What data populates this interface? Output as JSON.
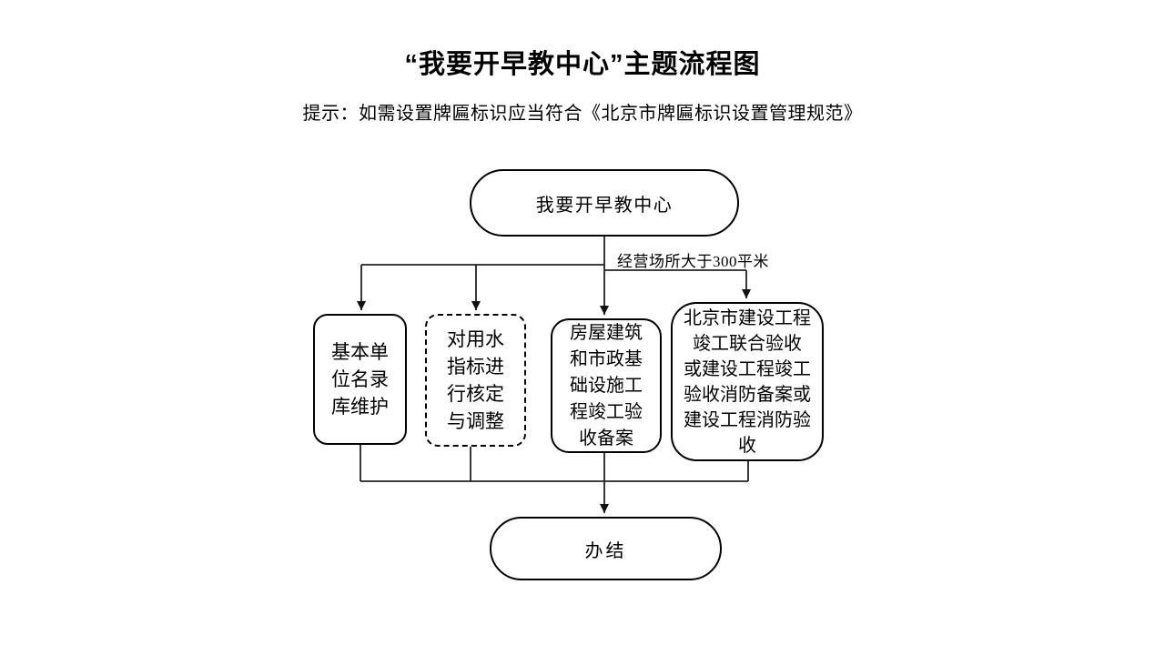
{
  "page": {
    "title": "“我要开早教中心”主题流程图",
    "hint": "提示：如需设置牌匾标识应当符合《北京市牌匾标识设置管理规范》"
  },
  "flowchart": {
    "start_label": "我要开早教中心",
    "branch_label": "经营场所大于300平米",
    "boxes": [
      {
        "label": "基本单\n位名录\n库维护",
        "border": "solid"
      },
      {
        "label": "对用水\n指标进\n行核定\n与调整",
        "border": "dashed"
      },
      {
        "label": "房屋建筑\n和市政基\n础设施工\n程竣工验\n收备案",
        "border": "solid"
      },
      {
        "label": "北京市建设工程\n竣工联合验收\n或建设工程竣工\n验收消防备案或\n建设工程消防验\n收",
        "border": "solid"
      }
    ],
    "end_label": "办结"
  },
  "colors": {
    "background": "#ffffff",
    "line": "#222222",
    "shape_border": "#000000",
    "text": "#000000",
    "arrow": "#111111"
  }
}
